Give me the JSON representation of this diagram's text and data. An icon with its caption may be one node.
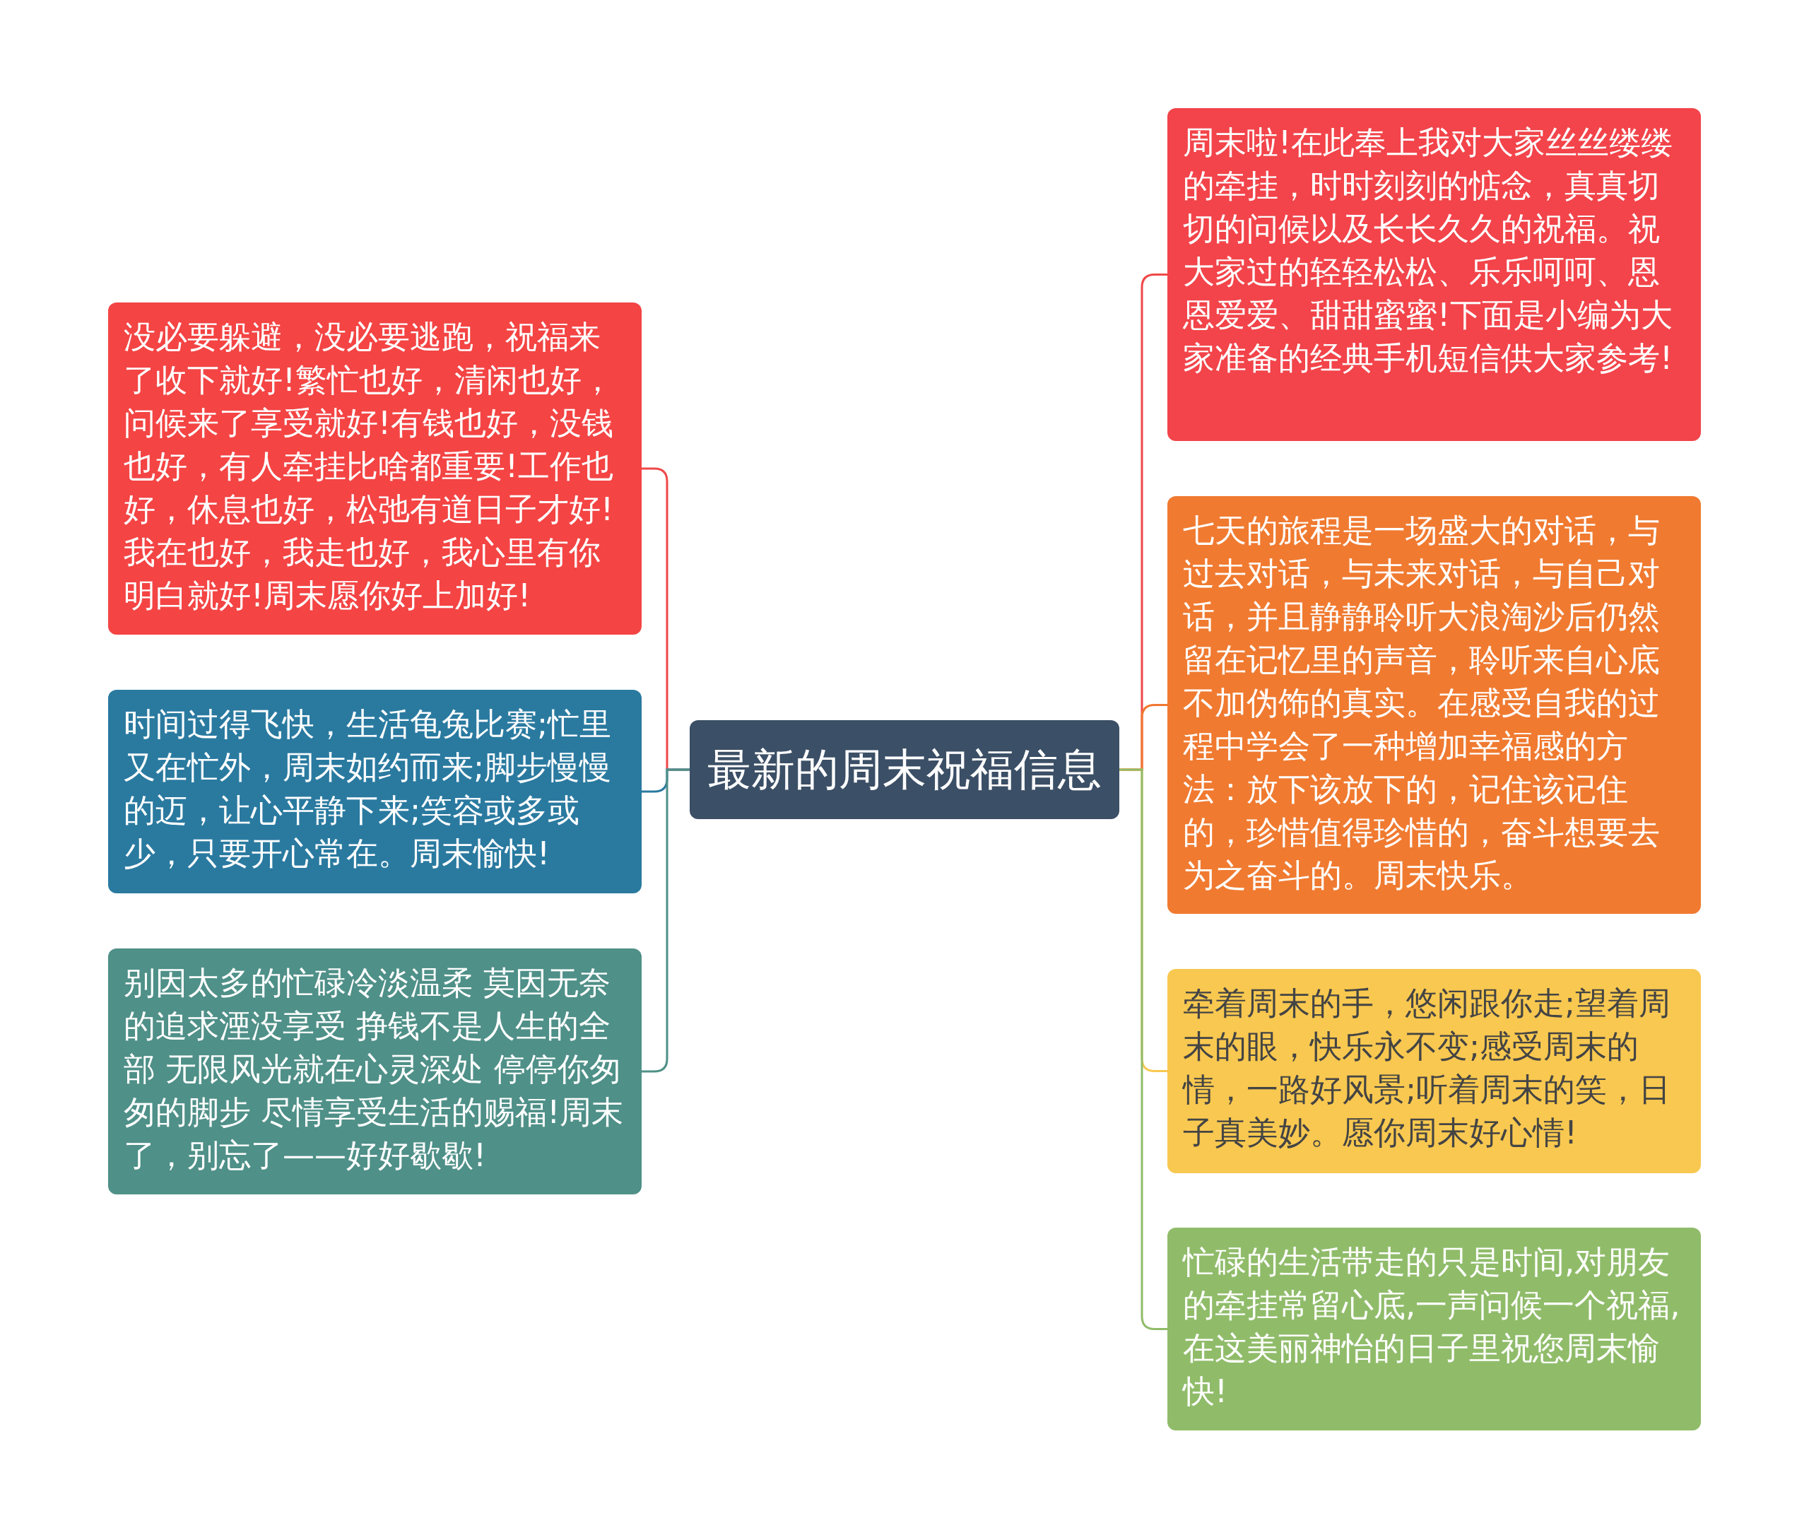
{
  "diagram": {
    "nodes": [
      {
        "text": [
          "最新的周末祝福信息"
        ]
      },
      {
        "text": [
          "没必要躲避，没必要逃跑，祝福来了收下就好!繁忙也好，清闲也好，问候来了享受就好!有钱也好，没钱也好，有人牵挂比啥都重要!工作也好，休息也好，松弛有道日子才好!我在也好，我走也好，我心里有你明白就好!周末愿你好上加好!"
        ]
      },
      {
        "text": [
          "时间过得飞快，生活龟兔比赛;忙里又在忙外，周末如约而来;脚步慢慢的迈，让心平静下来;笑容或多或少，只要开心常在。周末愉快!"
        ]
      },
      {
        "text": [
          "别因太多的忙碌冷淡温柔 莫因无奈的追求湮没享受 挣钱不是人生的全部 无限风光就在心灵深处 停停你匆匆的脚步 尽情享受生活的赐福!周末了，别忘了——好好歇歇!"
        ]
      },
      {
        "text": [
          "周末啦!在此奉上我对大家丝丝缕缕的牵挂，时时刻刻的惦念，真真切切的问候以及长长久久的祝福。祝大家过的轻轻松松、乐乐呵呵、恩恩爱爱、甜甜蜜蜜!下面是小编为大家准备的经典手机短信供大家参考!"
        ]
      },
      {
        "text": [
          "七天的旅程是一场盛大的对话，与过去对话，与未来对话，与自己对话，并且静静聆听大浪淘沙后仍然留在记忆里的声音，聆听来自心底不加伪饰的真实。在感受自我的过程中学会了一种增加幸福感的方法：放下该放下的，记住该记住的，珍惜值得珍惜的，奋斗想要去为之奋斗的。周末快乐。"
        ]
      },
      {
        "text": [
          "牵着周末的手，悠闲跟你走;望着周末的眼，快乐永不变;感受周末的情，一路好风景;听着周末的笑，日子真美妙。愿你周末好心情!"
        ]
      },
      {
        "text": [
          "忙碌的生活带走的只是时间,对朋友的牵挂常留心底,一声问候一个祝福,在这美丽神怡的日子里祝您周末愉快!"
        ]
      }
    ],
    "edges": [
      {
        "from": 0,
        "to": 1,
        "arrow": "none",
        "color": "#f04848"
      },
      {
        "from": 0,
        "to": 2,
        "arrow": "none",
        "color": "#2a7aa0"
      },
      {
        "from": 0,
        "to": 3,
        "arrow": "none",
        "color": "#4f9088"
      },
      {
        "from": 0,
        "to": 4,
        "arrow": "none",
        "color": "#f04848"
      },
      {
        "from": 0,
        "to": 5,
        "arrow": "none",
        "color": "#f07830"
      },
      {
        "from": 0,
        "to": 6,
        "arrow": "none",
        "color": "#f8c850"
      },
      {
        "from": 0,
        "to": 7,
        "arrow": "none",
        "color": "#90bc6a"
      }
    ]
  }
}
